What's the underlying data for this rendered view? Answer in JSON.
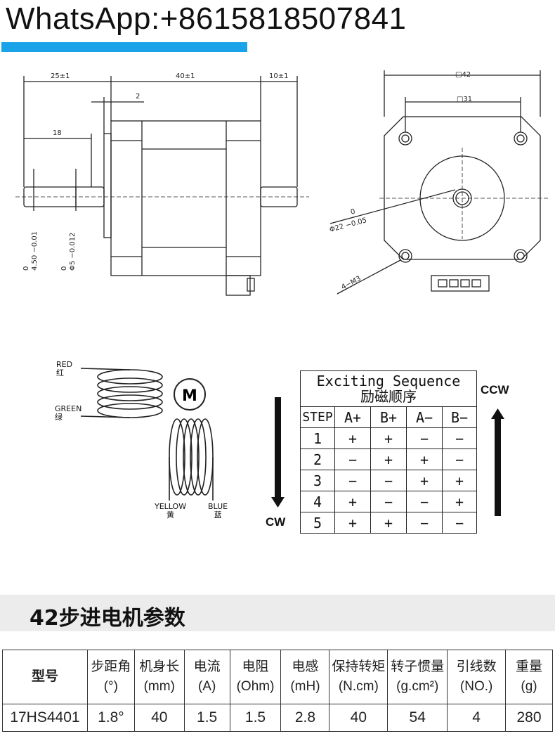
{
  "header": {
    "whatsapp": "WhatsApp:+8615818507841"
  },
  "drawing": {
    "dims": {
      "d25": "25±1",
      "d40": "40±1",
      "d10": "10±1",
      "d2": "2",
      "d18": "18",
      "tol45_top": "0",
      "tol45": "4.50 −0.01",
      "tol5_top": "0",
      "tol5": "Φ5 −0.012",
      "sq42": "□42",
      "sq31": "□31",
      "phi22_top": "0",
      "phi22": "Φ22 −0.05",
      "m3": "4−M3"
    }
  },
  "wiring": {
    "red": "RED",
    "red_cn": "红",
    "green": "GREEN",
    "green_cn": "绿",
    "yellow": "YELLOW",
    "yellow_cn": "黄",
    "blue": "BLUE",
    "blue_cn": "蓝",
    "motor": "M"
  },
  "sequence": {
    "title_en": "Exciting Sequence",
    "title_cn": "励磁顺序",
    "headers": [
      "STEP",
      "A+",
      "B+",
      "A−",
      "B−"
    ],
    "rows": [
      [
        "1",
        "+",
        "+",
        "−",
        "−"
      ],
      [
        "2",
        "−",
        "+",
        "+",
        "−"
      ],
      [
        "3",
        "−",
        "−",
        "+",
        "+"
      ],
      [
        "4",
        "+",
        "−",
        "−",
        "+"
      ],
      [
        "5",
        "+",
        "+",
        "−",
        "−"
      ]
    ],
    "cw": "CW",
    "ccw": "CCW"
  },
  "params": {
    "title": "42步进电机参数",
    "headers": [
      [
        "型号",
        ""
      ],
      [
        "步距角",
        "(°)"
      ],
      [
        "机身长",
        "(mm)"
      ],
      [
        "电流",
        "(A)"
      ],
      [
        "电阻",
        "(Ohm)"
      ],
      [
        "电感",
        "(mH)"
      ],
      [
        "保持转矩",
        "(N.cm)"
      ],
      [
        "转子惯量",
        "(g.cm²)"
      ],
      [
        "引线数",
        "(NO.)"
      ],
      [
        "重量",
        "(g)"
      ]
    ],
    "values": [
      "17HS4401",
      "1.8°",
      "40",
      "1.5",
      "1.5",
      "2.8",
      "40",
      "54",
      "4",
      "280"
    ]
  }
}
